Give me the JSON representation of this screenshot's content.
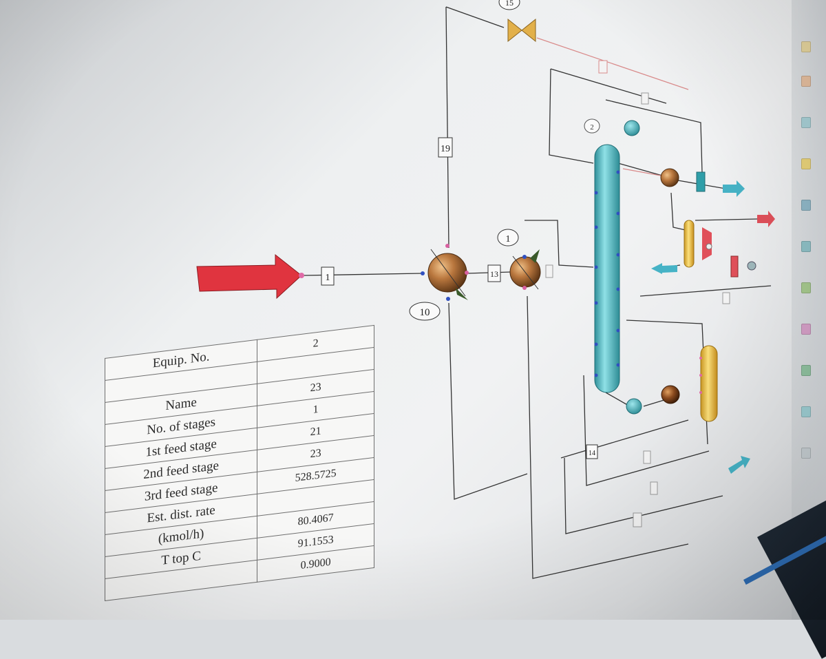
{
  "flowsheet": {
    "stream_labels": {
      "s1": "1",
      "s19": "19",
      "s13": "13",
      "s14": "14",
      "s15": "15"
    },
    "unit_labels": {
      "mixer": "10",
      "heater": "1",
      "column": "2",
      "valve_top": "15"
    },
    "colors": {
      "feed_arrow": "#e0343f",
      "column": "#5fc4cc",
      "sphere_unit": "#b9773e",
      "accumulator": "#f3c94a",
      "valve": "#e2b04a",
      "product_arrow": "#46b3c6",
      "line": "#333333"
    },
    "icons": [
      "feed-arrow-icon",
      "mixer-icon",
      "heat-exchanger-icon",
      "distillation-column-icon",
      "condenser-icon",
      "reboiler-icon",
      "reflux-drum-icon",
      "valve-icon",
      "pump-icon",
      "product-arrow-icon"
    ]
  },
  "equip_table": {
    "header_label": "Equip. No.",
    "header_value": "2",
    "rows": [
      {
        "label": "",
        "value": ""
      },
      {
        "label": "Name",
        "value": "23"
      },
      {
        "label": "No. of stages",
        "value": "1"
      },
      {
        "label": "1st feed stage",
        "value": "21"
      },
      {
        "label": "2nd feed stage",
        "value": "23"
      },
      {
        "label": "3rd feed stage",
        "value": "528.5725"
      },
      {
        "label": "Est. dist. rate",
        "value": ""
      },
      {
        "label": "(kmol/h)",
        "value": "80.4067"
      },
      {
        "label": "T top  C",
        "value": "91.1553"
      },
      {
        "label": "",
        "value": "0.9000"
      }
    ]
  }
}
